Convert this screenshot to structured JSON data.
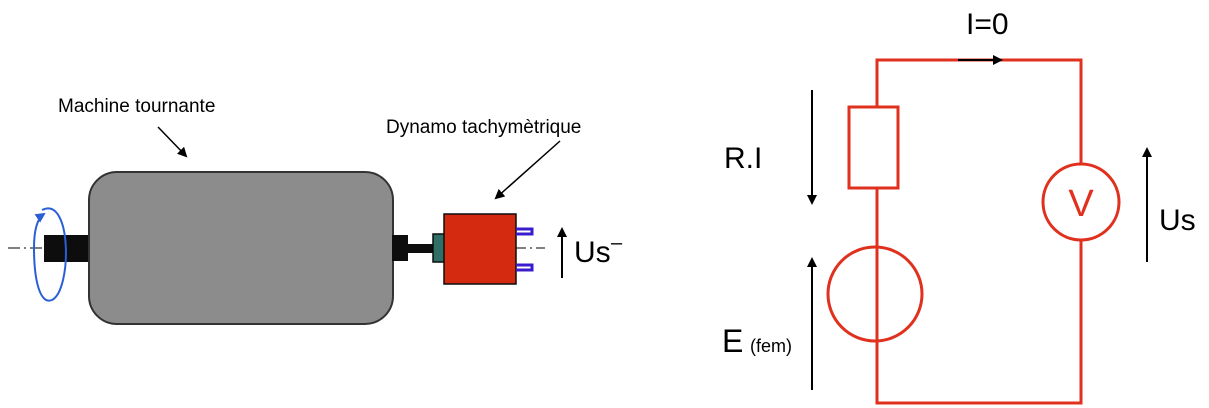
{
  "left_diagram": {
    "machine_label": "Machine tournante",
    "dynamo_label": "Dynamo tachymètrique",
    "voltage_label": "Us",
    "minus_sign": "–"
  },
  "right_diagram": {
    "current_label": "I=0",
    "resistor_drop_label": "R.I",
    "emf_label": "E",
    "emf_sub_label": "(fem)",
    "voltmeter_symbol": "V",
    "voltage_label": "Us"
  },
  "colors": {
    "circuit": "#e0301e",
    "machine_body": "#8c8c8c",
    "dynamo_body": "#d42a10",
    "rotation_arrow": "#2a5fd6",
    "brush": "#3b1ccc",
    "coupling": "#2f6f66"
  }
}
